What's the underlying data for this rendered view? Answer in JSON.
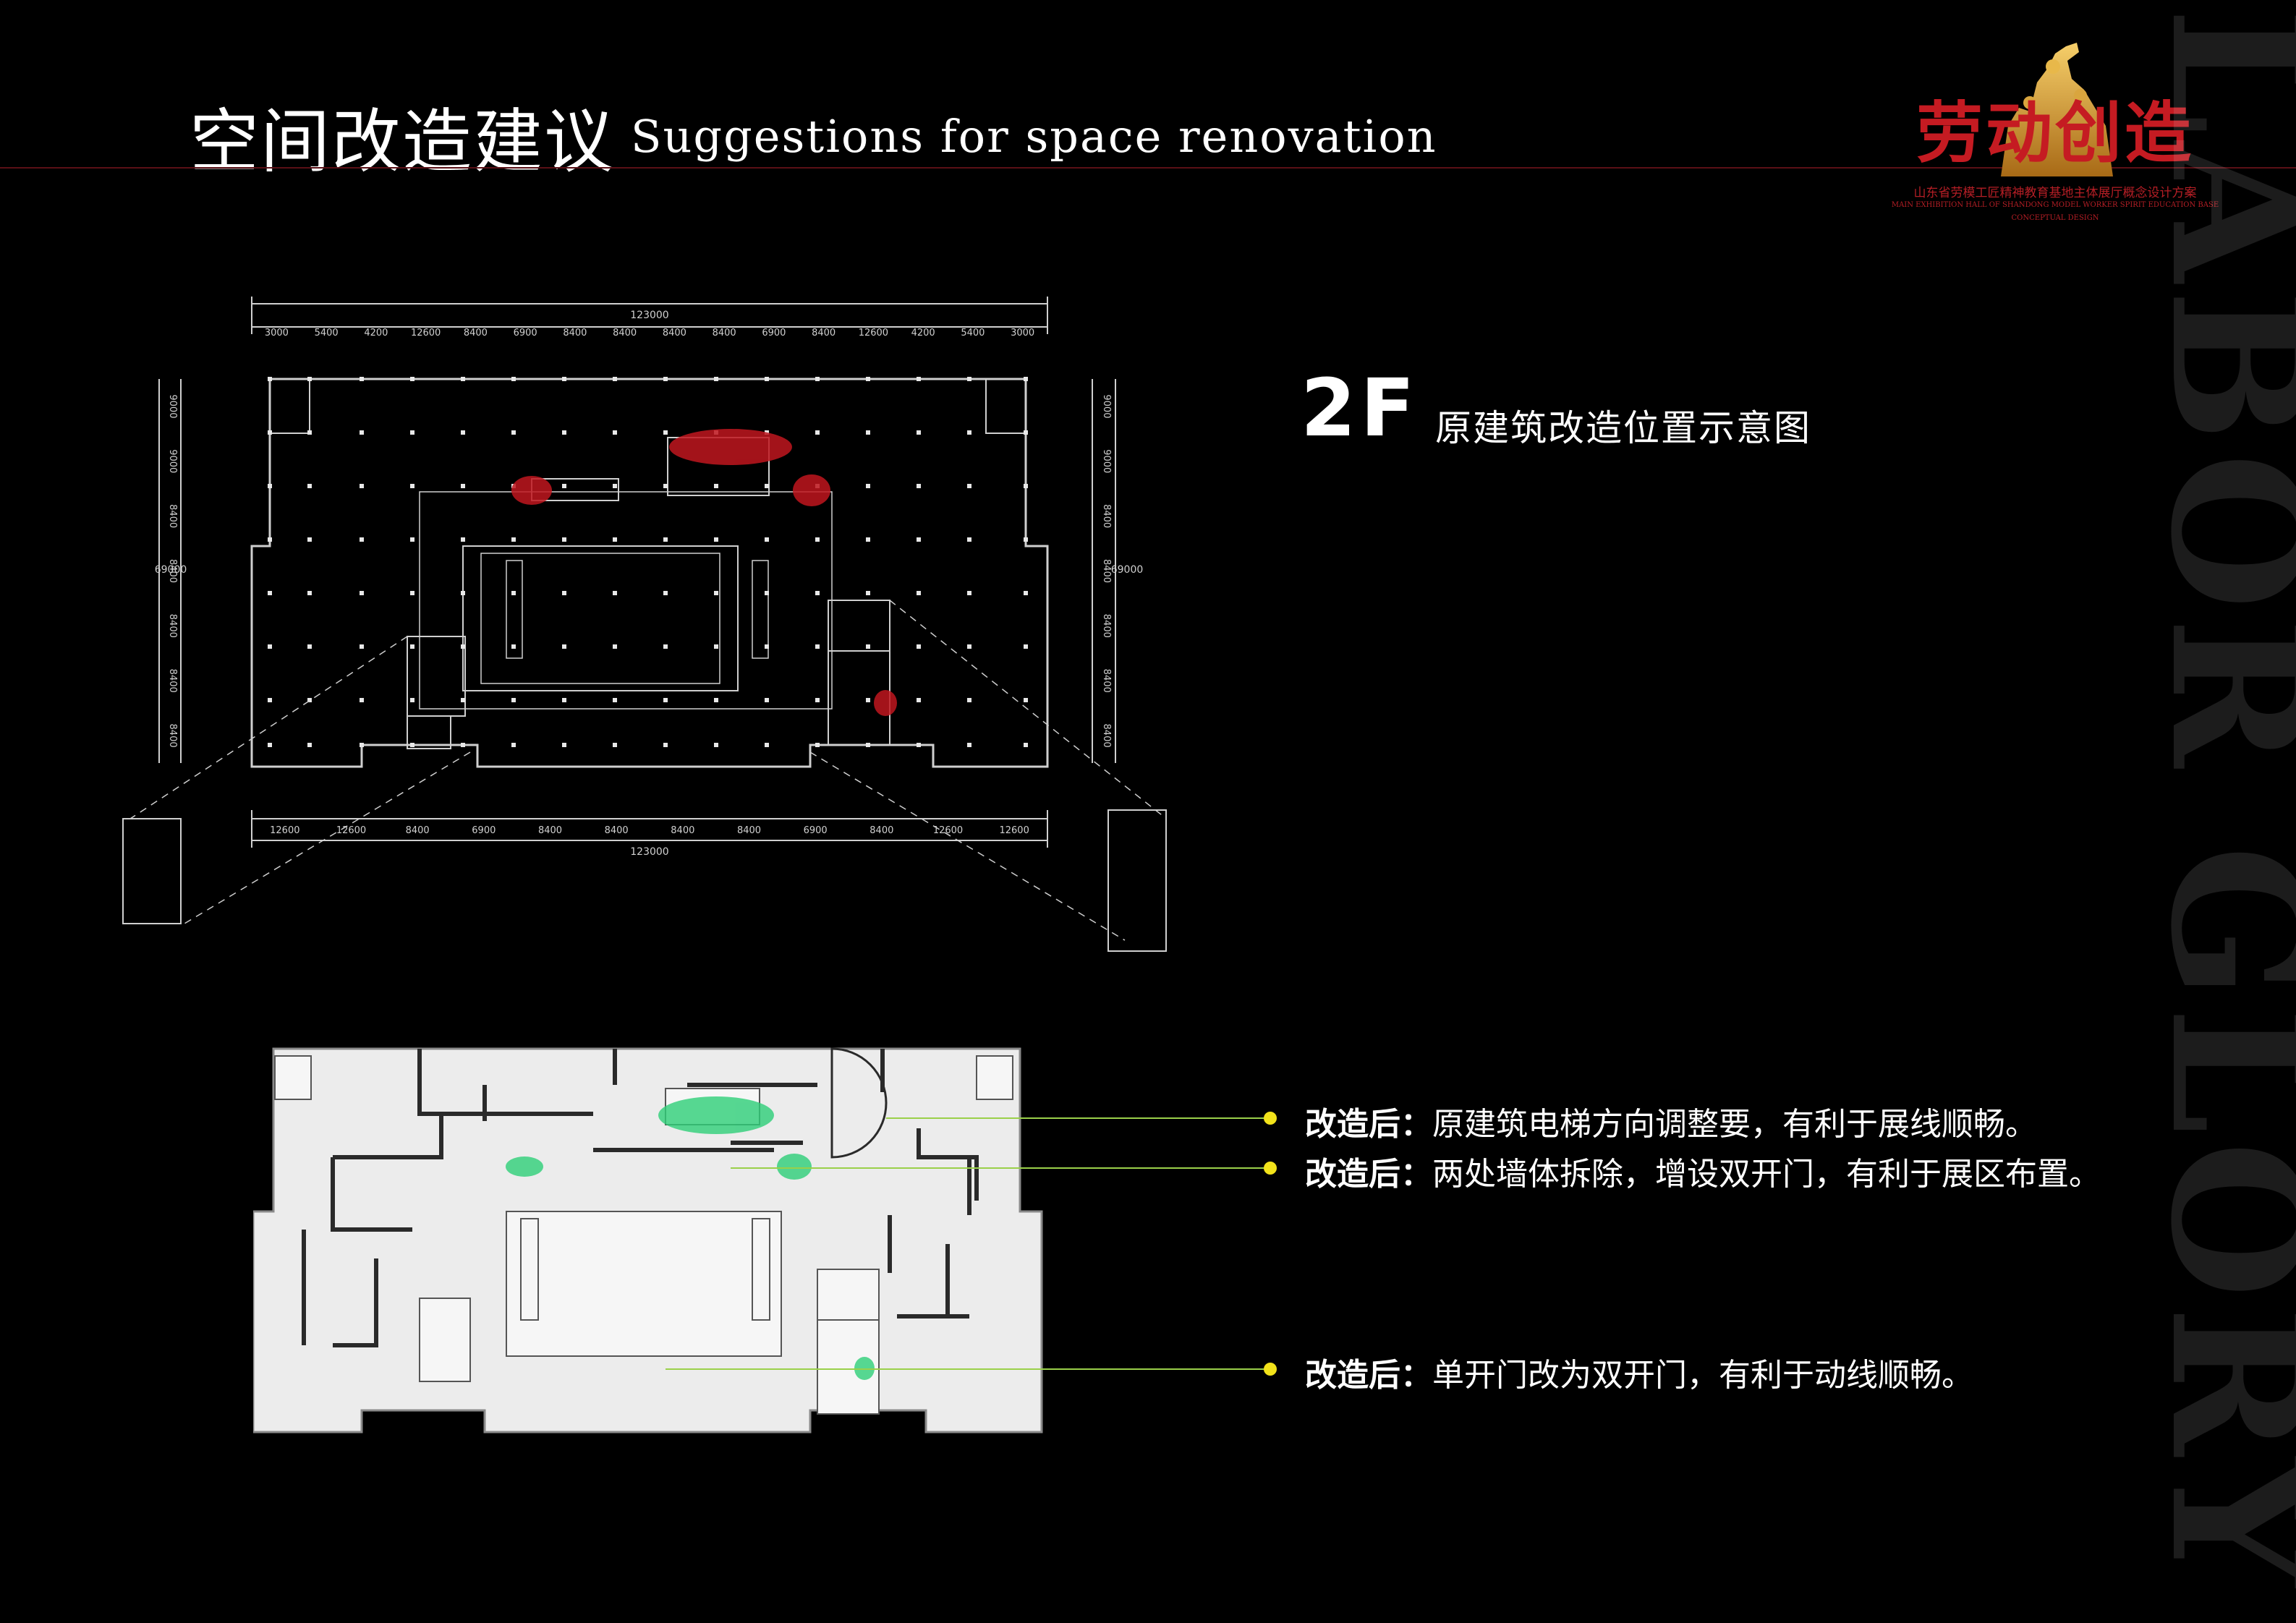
{
  "header": {
    "title_cn": "空间改造建议",
    "title_en": "Suggestions for space renovation"
  },
  "brand": {
    "title": "劳动创造",
    "subtitle_cn": "山东省劳模工匠精神教育基地主体展厅概念设计方案",
    "subtitle_en": "MAIN EXHIBITION HALL OF SHANDONG MODEL WORKER SPIRIT EDUCATION BASE",
    "subtitle_en2": "CONCEPTUAL DESIGN",
    "color": "#c51b22"
  },
  "watermark": "LABOR GLORY",
  "floor": {
    "label": "2F",
    "caption": "原建筑改造位置示意图"
  },
  "plan_top": {
    "total_width_dim": "123000",
    "top_dims": [
      "3000",
      "5400",
      "4200",
      "12600",
      "8400",
      "6900",
      "8400",
      "8400",
      "8400",
      "8400",
      "6900",
      "8400",
      "12600",
      "4200",
      "5400",
      "3000"
    ],
    "bottom_dims": [
      "12600",
      "12600",
      "8400",
      "6900",
      "8400",
      "8400",
      "8400",
      "8400",
      "6900",
      "8400",
      "12600",
      "12600"
    ],
    "side_dims": [
      "9000",
      "9000",
      "8400",
      "8400",
      "8400",
      "8400",
      "8400"
    ],
    "total_height_dim": "69000",
    "highlight_color": "#c0161e"
  },
  "plan_bottom": {
    "highlight_color": "#3fcf86"
  },
  "annotations": [
    {
      "label": "改造后：",
      "text": "原建筑电梯方向调整要，有利于展线顺畅。"
    },
    {
      "label": "改造后：",
      "text": "两处墙体拆除，增设双开门，有利于展区布置。"
    },
    {
      "label": "改造后：",
      "text": "单开门改为双开门，有利于动线顺畅。"
    }
  ],
  "colors": {
    "background": "#000000",
    "accent_line": "#9ad04a",
    "bullet": "#f2e21a",
    "header_rule": "#5a1016"
  }
}
